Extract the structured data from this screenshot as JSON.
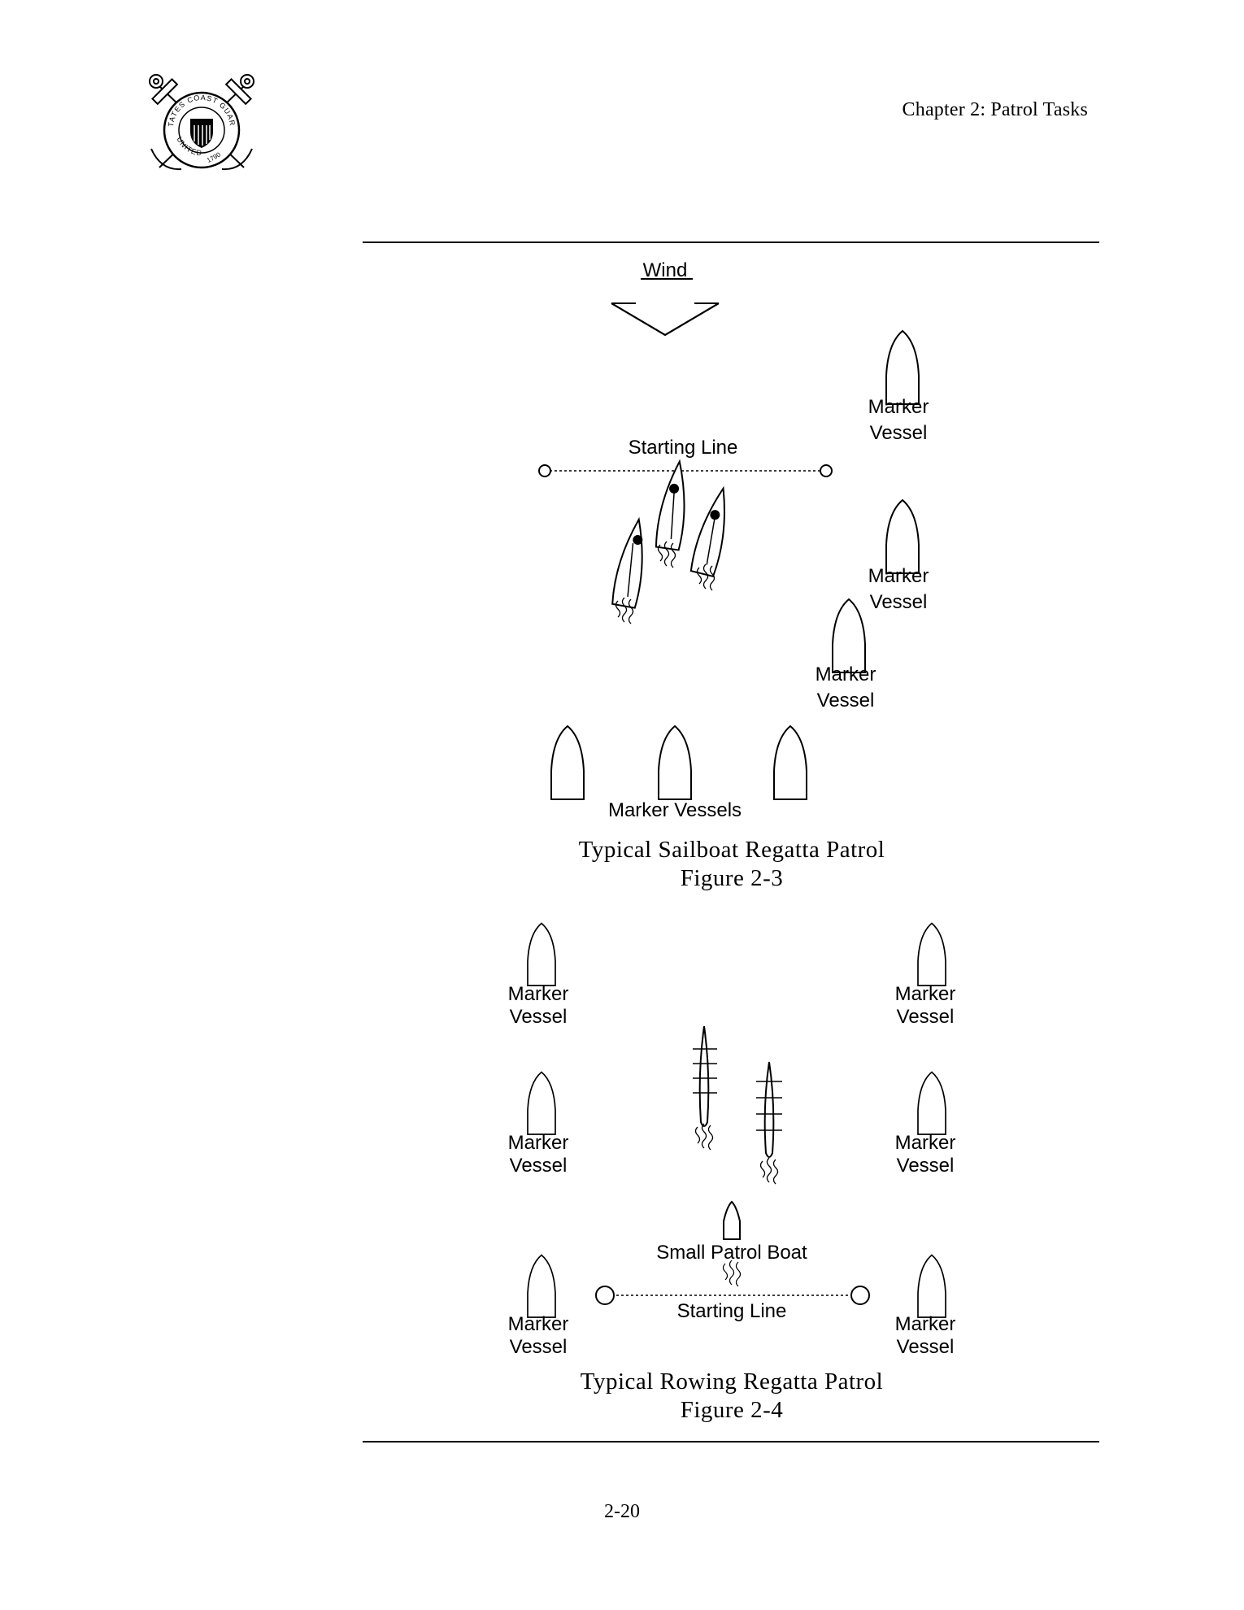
{
  "header": {
    "chapter": "Chapter 2:  Patrol Tasks",
    "seal": {
      "icon": "coast-guard-seal-icon",
      "text_top": "STATES COAST GUARD",
      "text_bottom": "UNITED",
      "year": "1790"
    }
  },
  "figure_3": {
    "wind_label": "Wind",
    "starting_line_label": "Starting Line",
    "marker_word": "Marker",
    "vessel_word": "Vessel",
    "marker_vessels_label": "Marker Vessels",
    "caption_title": "Typical Sailboat Regatta Patrol",
    "caption_number": "Figure 2-3"
  },
  "figure_4": {
    "marker_word": "Marker",
    "vessel_word": "Vessel",
    "patrol_boat_label": "Small Patrol Boat",
    "starting_line_label": "Starting Line",
    "caption_title": "Typical Rowing Regatta Patrol",
    "caption_number": "Figure 2-4"
  },
  "footer": {
    "page_number": "2-20"
  }
}
